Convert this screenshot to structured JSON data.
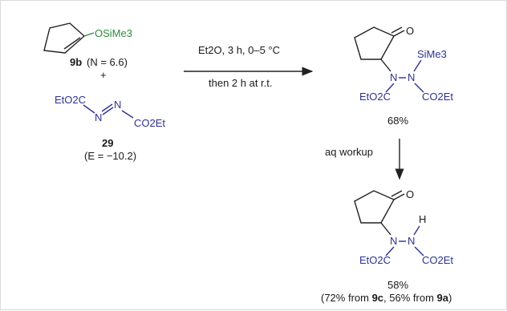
{
  "reactant1": {
    "group": "OSiMe3",
    "id": "9b",
    "param": "(N = 6.6)"
  },
  "plus": "+",
  "reactant2": {
    "left": "EtO2C",
    "right": "CO2Et",
    "n": "N",
    "id": "29",
    "param": "(E = −10.2)"
  },
  "conditions": {
    "line1": "Et2O, 3 h, 0–5 °C",
    "line2": "then 2 h at r.t."
  },
  "product1": {
    "o": "O",
    "si": "SiMe3",
    "n": "N",
    "left": "EtO2C",
    "right": "CO2Et",
    "yield": "68%"
  },
  "step2": {
    "label": "aq workup"
  },
  "product2": {
    "o": "O",
    "h": "H",
    "n": "N",
    "left": "EtO2C",
    "right": "CO2Et",
    "yield": "58%",
    "note": {
      "open": "(72% from ",
      "c": "9c",
      "mid": ", 56% from ",
      "a": "9a",
      "close": ")"
    }
  },
  "colors": {
    "nitrogen_blue": "#2e3192",
    "silyl_green": "#2e8b3a"
  }
}
